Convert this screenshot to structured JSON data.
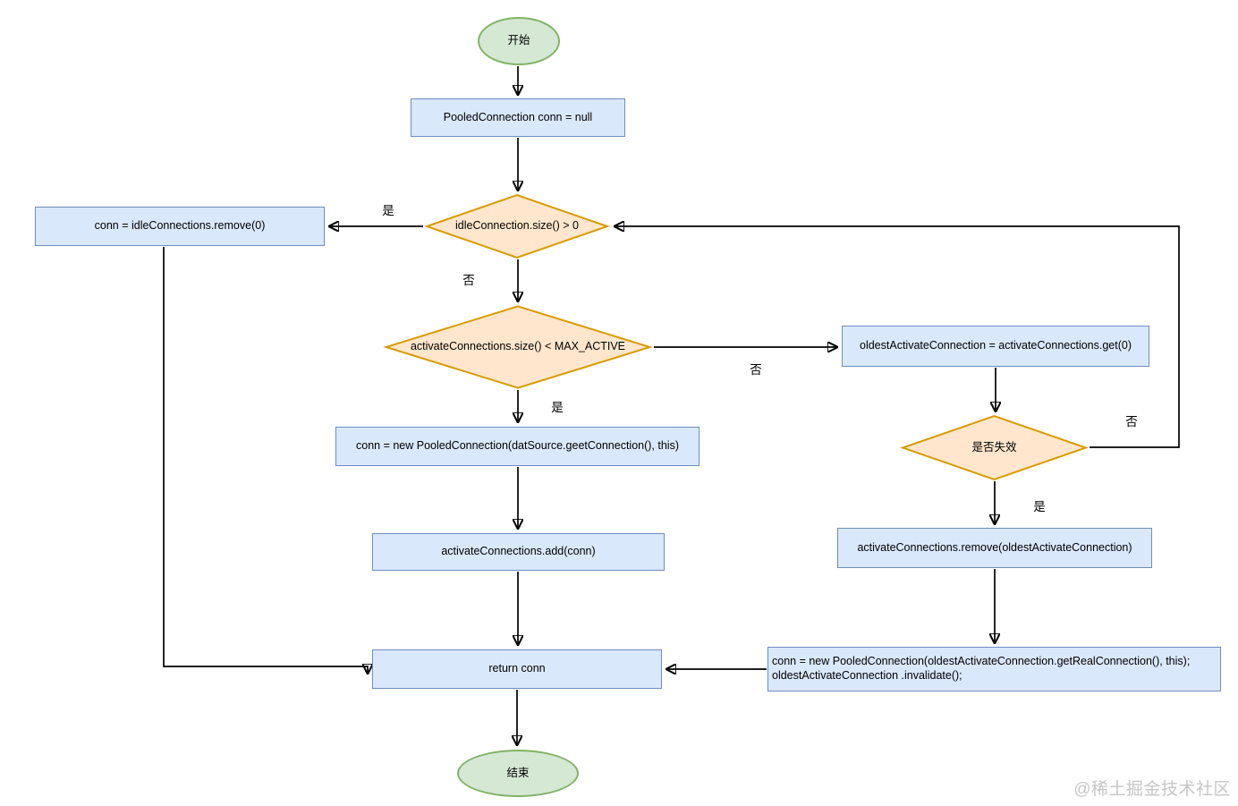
{
  "diagram": {
    "nodes": {
      "start": "开始",
      "init": "PooledConnection conn = null",
      "check_idle": "idleConnection.size() > 0",
      "remove_idle": "conn = idleConnections.remove(0)",
      "check_max_active": "activateConnections.size() < MAX_ACTIVE",
      "get_oldest": "oldestActivateConnection = activateConnections.get(0)",
      "check_invalid": "是否失效",
      "create_new": "conn = new PooledConnection(datSource.geetConnection(), this)",
      "add_active": "activateConnections.add(conn)",
      "remove_oldest": "activateConnections.remove(oldestActivateConnection)",
      "reuse_line1": "conn = new PooledConnection(oldestActivateConnection.getRealConnection(), this);",
      "reuse_line2": "oldestActivateConnection .invalidate();",
      "return_conn": "return conn",
      "end": "结束"
    },
    "edge_labels": {
      "idle_yes": "是",
      "idle_no": "否",
      "max_active_no": "否",
      "max_active_yes": "是",
      "invalid_no": "否",
      "invalid_yes": "是"
    }
  },
  "watermark": "@稀土掘金技术社区",
  "colors": {
    "process_fill": "#DAE8FC",
    "process_border": "#6C8EBF",
    "decision_fill": "#FFE6CC",
    "decision_border": "#D79B00",
    "terminal_fill": "#D5E8D4",
    "terminal_border": "#82B366",
    "arrow": "#000000",
    "watermark": "#C6C6C6"
  }
}
